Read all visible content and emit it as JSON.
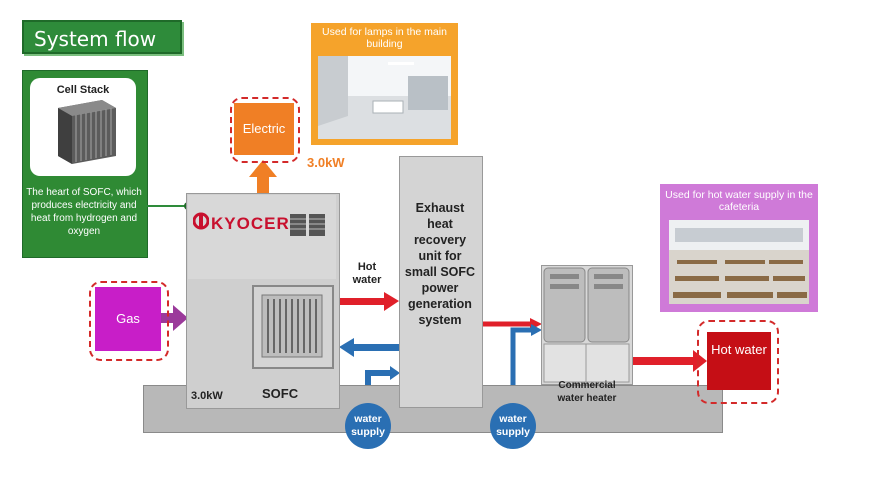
{
  "title": "System flow",
  "cell_stack": {
    "title": "Cell Stack",
    "description": "The heart of SOFC, which produces electricity and heat from hydrogen and oxygen"
  },
  "electric": {
    "label": "Electric",
    "power": "3.0kW",
    "usage_note": "Used for lamps in the main building"
  },
  "sofc": {
    "brand": "KYOCERA",
    "label": "SOFC",
    "power": "3.0kW"
  },
  "gas": {
    "label": "Gas"
  },
  "exhaust_unit": {
    "label": "Exhaust heat recovery unit for small SOFC power generation system"
  },
  "hot_water_flow": {
    "label": "Hot water"
  },
  "water_supply": {
    "label": "water supply"
  },
  "heater": {
    "label": "Commercial water heater"
  },
  "hot_water_out": {
    "label": "Hot water"
  },
  "cafeteria": {
    "usage_note": "Used for hot water supply in the cafeteria"
  },
  "colors": {
    "title_green": "#2e8b3a",
    "electric_orange": "#f07f25",
    "gas_magenta": "#c81ec8",
    "hot_water_red": "#c50e15",
    "water_blue": "#2a6fb3"
  }
}
